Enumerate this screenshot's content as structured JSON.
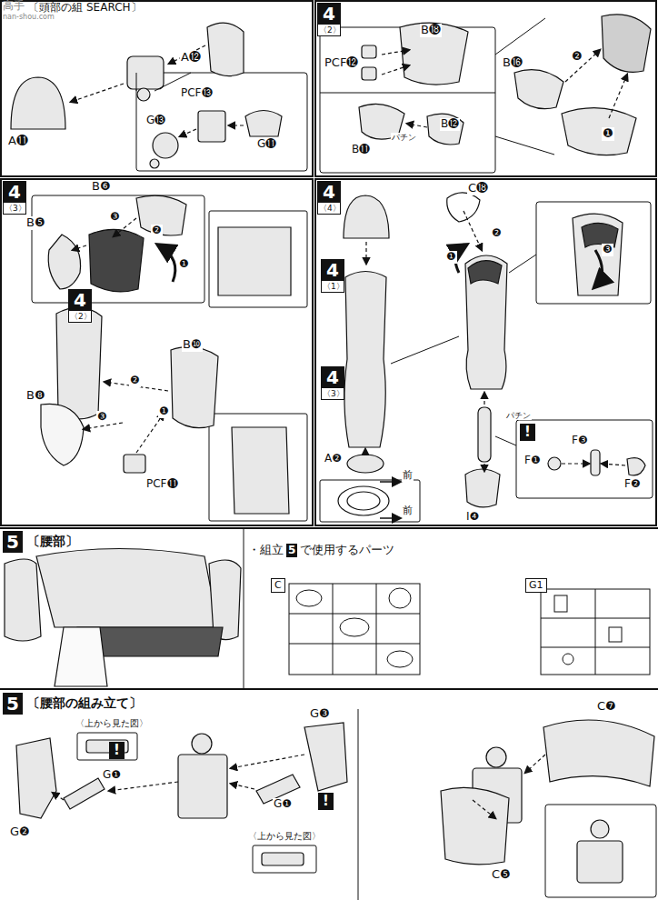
{
  "diagram": {
    "nodes": [
      {
        "text": [
          "4",
          "〈2〉"
        ]
      },
      {
        "text": [
          "4",
          "〈3〉"
        ]
      },
      {
        "text": [
          "4",
          "〈2〉"
        ]
      },
      {
        "text": [
          "4",
          "〈4〉"
        ]
      },
      {
        "text": [
          "4",
          "〈1〉"
        ]
      },
      {
        "text": [
          "4",
          "〈3〉"
        ]
      },
      {
        "text": [
          "!"
        ]
      },
      {
        "text": [
          "5",
          "〔腰部〕"
        ]
      },
      {
        "text": [
          "5"
        ]
      },
      {
        "text": [
          "C"
        ]
      },
      {
        "text": [
          "G1"
        ]
      },
      {
        "text": [
          "5",
          "〔腰部の組み立て〕"
        ]
      },
      {
        "text": [
          "!"
        ]
      },
      {
        "text": [
          "!"
        ]
      }
    ],
    "labels": [
      "高手",
      "nan-shou.com",
      "〔頭部の組",
      "SEARCH〕",
      "A⓬",
      "PCF⓭",
      "G⓭",
      "A⓫",
      "G⓫",
      "PCF⓬",
      "B⓲",
      "B⓰",
      "❷",
      "❶",
      "B⓫",
      "パチン",
      "B⓬",
      "B❻",
      "B❺",
      "❸",
      "❷",
      "❶",
      "B❿",
      "B❽",
      "❷",
      "❸",
      "❶",
      "PCF⓫",
      "C⓲",
      "❷",
      "❶",
      "❸",
      "A❷",
      "前",
      "前",
      "パチン",
      "F❶",
      "F❸",
      "F❷",
      "I❹",
      "・組立",
      "で使用するパーツ",
      "〈上から見た図〉",
      "G❶",
      "G❷",
      "G❸",
      "G❶",
      "〈上から見た図〉",
      "C❼",
      "C❺"
    ]
  }
}
